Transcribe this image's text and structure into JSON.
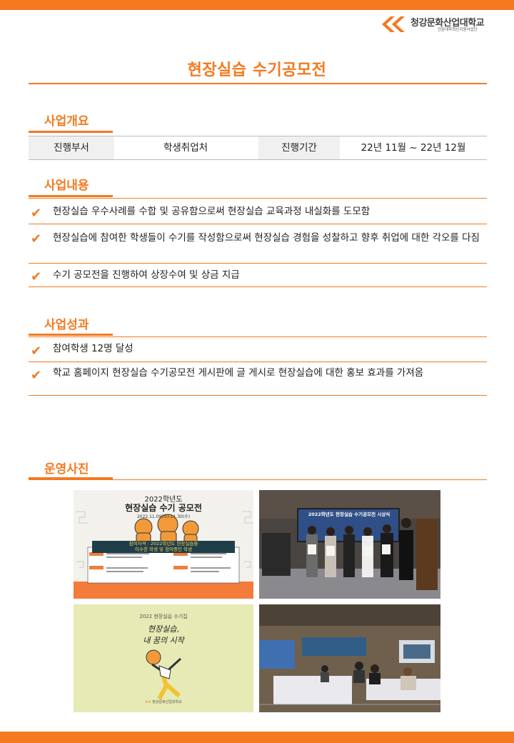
{
  "header": {
    "logo_name": "청강문화산업대학교",
    "logo_sub": "전문대학혁신지원사업단"
  },
  "page_title": "현장실습 수기공모전",
  "overview": {
    "heading": "사업개요",
    "dept_label": "진행부서",
    "dept_value": "학생취업처",
    "period_label": "진행기간",
    "period_value": "22년 11월 ~ 22년 12월"
  },
  "content": {
    "heading": "사업내용",
    "items": [
      "현장실습 우수사례를 수합 및 공유함으로써 현장실습 교육과정 내실화를 도모함",
      "현장실습에 참여한 학생들이 수기를 작성함으로써 현장실습 경험을 성찰하고 향후 취업에 대한 각오를 다짐",
      "수기 공모전을 진행하여 상장수여 및 상금 지급"
    ]
  },
  "results": {
    "heading": "사업성과",
    "items": [
      "참여학생 12명 달성",
      "학교 홈페이지 현장실습 수기공모전 게시판에 글 게시로 현장실습에 대한 홍보 효과를 가져옴"
    ]
  },
  "photos": {
    "heading": "운영사진",
    "poster": {
      "year_title": "2022학년도",
      "title": "현장실습 수기 공모전",
      "dates": "2022.11.09(수)-11.30(수)",
      "banner_line1": "참여자격 : 2022학년도 현장실습을",
      "banner_line2": "이수한 학생 및 참여중인 학생"
    },
    "award": {
      "banner": "2022학년도 현장실습 수기공모전 시상식"
    },
    "booklet": {
      "top_title": "2022 현장실습 수기집",
      "handwriting_line1": "현장실습,",
      "handwriting_line2": "내 꿈의 시작"
    },
    "colors": {
      "accent": "#f47920",
      "booklet_bg": "#e6eab4"
    }
  }
}
